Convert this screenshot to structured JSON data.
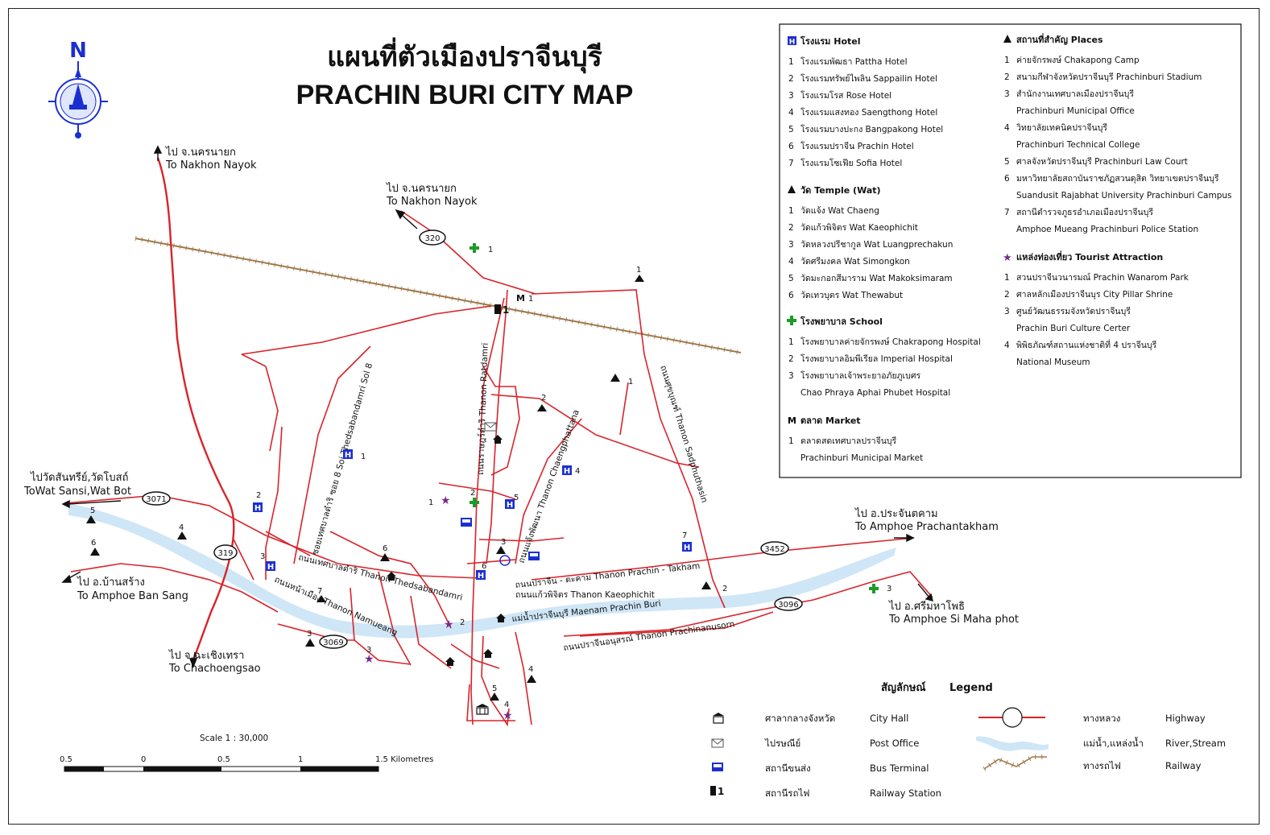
{
  "title": {
    "thai": "แผนที่ตัวเมืองปราจีนบุรี",
    "english": "PRACHIN BURI CITY MAP"
  },
  "compass_label": "N",
  "colors": {
    "road": "#d9232a",
    "river": "#cfe6f7",
    "railway": "#a0784a",
    "hotel": "#1b2fd1",
    "school": "#1e9a2a",
    "attraction": "#7a2a8a",
    "symbol": "#111111"
  },
  "index": {
    "hotels": {
      "header": "โรงแรม  Hotel",
      "items": [
        {
          "n": "1",
          "text": "โรงแรมพัฒธา  Pattha Hotel"
        },
        {
          "n": "2",
          "text": "โรงแรมทรัพย์ไพลิน  Sappailin Hotel"
        },
        {
          "n": "3",
          "text": "โรงแรมโรส  Rose Hotel"
        },
        {
          "n": "4",
          "text": "โรงแรมแสงทอง  Saengthong Hotel"
        },
        {
          "n": "5",
          "text": "โรงแรมบางปะกง  Bangpakong Hotel"
        },
        {
          "n": "6",
          "text": "โรงแรมปราจีน  Prachin Hotel"
        },
        {
          "n": "7",
          "text": "โรงแรมโซเฟีย  Sofia Hotel"
        }
      ]
    },
    "temples": {
      "header": "วัด Temple (Wat)",
      "items": [
        {
          "n": "1",
          "text": "วัดแจ้ง  Wat Chaeng"
        },
        {
          "n": "2",
          "text": "วัดแก้วพิจิตร  Wat Kaeophichit"
        },
        {
          "n": "3",
          "text": "วัดหลวงปรีชากูล  Wat Luangprechakun"
        },
        {
          "n": "4",
          "text": "วัดศรีมงคล  Wat Simongkon"
        },
        {
          "n": "5",
          "text": "วัดมะกอกสีมาราม  Wat Makoksimaram"
        },
        {
          "n": "6",
          "text": "วัดเทวบุตร  Wat Thewabut"
        }
      ]
    },
    "hospitals": {
      "header": "โรงพยาบาล  School",
      "items": [
        {
          "n": "1",
          "text": "โรงพยาบาลค่ายจักรพงษ์  Chakrapong Hospital"
        },
        {
          "n": "2",
          "text": "โรงพยาบาลอิมพีเรียล  Imperial Hospital"
        },
        {
          "n": "3",
          "text": "โรงพยาบาลเจ้าพระยาอภัยภูเบศร"
        },
        {
          "n": "",
          "text": "Chao Phraya Aphai Phubet Hospital"
        }
      ]
    },
    "market": {
      "header": "ตลาด Market",
      "items": [
        {
          "n": "1",
          "text": "ตลาดสดเทศบาลปราจีนบุรี"
        },
        {
          "n": "",
          "text": "Prachinburi Municipal Market"
        }
      ]
    },
    "places": {
      "header": "สถานที่สำคัญ  Places",
      "items": [
        {
          "n": "1",
          "text": "ค่ายจักรพงษ์ Chakapong Camp"
        },
        {
          "n": "2",
          "text": "สนามกีฬาจังหวัดปราจีนบุรี  Prachinburi Stadium"
        },
        {
          "n": "3",
          "text": "สำนักงานเทศบาลเมืองปราจีนบุรี"
        },
        {
          "n": "",
          "text": "Prachinburi Municipal Office"
        },
        {
          "n": "4",
          "text": "วิทยาลัยเทคนิคปราจีนบุรี"
        },
        {
          "n": "",
          "text": "Prachinburi Technical College"
        },
        {
          "n": "5",
          "text": "ศาลจังหวัดปราจีนบุรี  Prachinburi Law Court"
        },
        {
          "n": "6",
          "text": "มหาวิทยาลัยสถาบันราชภัฏสวนดุสิต วิทยาเขตปราจีนบุรี"
        },
        {
          "n": "",
          "text": "Suandusit Rajabhat University Prachinburi Campus"
        },
        {
          "n": "7",
          "text": "สถานีตำรวจภูธรอำเภอเมืองปราจีนบุรี"
        },
        {
          "n": "",
          "text": "Amphoe Mueang Prachinburi Police Station"
        }
      ]
    },
    "tourist": {
      "header": "แหล่งท่องเที่ยว  Tourist Attraction",
      "items": [
        {
          "n": "1",
          "text": "สวนปราจีนวนารมณ์  Prachin Wanarom Park"
        },
        {
          "n": "2",
          "text": "ศาลหลักเมืองปราจีนบุร City Pillar Shrine"
        },
        {
          "n": "3",
          "text": "ศูนย์วัฒนธรรมจังหวัดปราจีนบุรี"
        },
        {
          "n": "",
          "text": "Prachin Buri Culture Certer"
        },
        {
          "n": "4",
          "text": "พิพิธภัณฑ์สถานแห่งชาติที่ 4 ปราจีนบุรี"
        },
        {
          "n": "",
          "text": "National Museum"
        }
      ]
    }
  },
  "destinations": {
    "nakhon_nayok_1": {
      "thai": "ไป จ.นครนายก",
      "en": "To Nakhon Nayok"
    },
    "nakhon_nayok_2": {
      "thai": "ไป จ.นครนายก",
      "en": "To Nakhon Nayok"
    },
    "wat_sansi": {
      "thai": "ไปวัดสันทรีย์,วัดโบสถ์",
      "en": "ToWat Sansi,Wat Bot"
    },
    "ban_sang": {
      "thai": "ไป อ.บ้านสร้าง",
      "en": "To Amphoe Ban Sang"
    },
    "chachoengsao": {
      "thai": "ไป จ.ฉะเชิงเทรา",
      "en": "To Chachoengsao"
    },
    "prachantakham": {
      "thai": "ไป อ.ประจันตคาม",
      "en": "To Amphoe Prachantakham"
    },
    "si_maha_phot": {
      "thai": "ไป อ.ศรีมหาโพธิ",
      "en": "To Amphoe Si Maha phot"
    }
  },
  "route_numbers": {
    "r320": "320",
    "r3071": "3071",
    "r319": "319",
    "r3452": "3452",
    "r3096": "3096",
    "r3069": "3069"
  },
  "road_labels": {
    "ratdamri": "ถนนราษฎร์ดำริ Thanon Ratdamri",
    "soi8": "ซอยเทศบาลดำริ ซอย 8 Soi Thedsabandamri Sol 8",
    "chaengphattana": "ถนนแจ้งพัฒนา Thanon Chaengphattana",
    "sadphuthasin": "ถนนศุขบุณฑ์ Thanon Sadphuthasin",
    "thedsabandamri": "ถนนเทศบาลดำริ Thanon Thedsabandamri",
    "namueang": "ถนนหน้าเมือง Thanon Namueang",
    "prachin_takham": "ถนนปราจีน - ตะคาม Thanon Prachin - Takham",
    "kaeophichit": "ถนนแก้วพิจิตร Thanon Kaeophichit",
    "river": "แม่น้ำปราจีนบุรี Maenam Prachin Buri",
    "prachinanusorn": "ถนนปราจีนอนุสรณ์ Thanon Prachinanusorn"
  },
  "scale": {
    "label": "Scale 1 : 30,000",
    "ticks": [
      "0.5",
      "0",
      "0.5",
      "1",
      "1.5 Kilometres"
    ]
  },
  "legend": {
    "title_thai": "สัญลักษณ์",
    "title_en": "Legend",
    "items": [
      {
        "icon": "city-hall-icon",
        "thai": "ศาลากลางจังหวัด",
        "en": "City Hall"
      },
      {
        "icon": "post-office-icon",
        "thai": "ไปรษณีย์",
        "en": "Post Office"
      },
      {
        "icon": "bus-terminal-icon",
        "thai": "สถานีขนส่ง",
        "en": "Bus Terminal"
      },
      {
        "icon": "railway-station-icon",
        "thai": "สถานีรถไฟ",
        "en": "Railway Station"
      },
      {
        "icon": "highway-icon",
        "thai": "ทางหลวง",
        "en": "Highway"
      },
      {
        "icon": "river-icon",
        "thai": "แม่น้ำ,แหล่งน้ำ",
        "en": "River,Stream"
      },
      {
        "icon": "railway-icon",
        "thai": "ทางรถไฟ",
        "en": "Railway"
      }
    ]
  },
  "map_markers": {
    "market_letter": "M",
    "numbers": [
      "1",
      "2",
      "3",
      "4",
      "5",
      "6",
      "7"
    ]
  }
}
